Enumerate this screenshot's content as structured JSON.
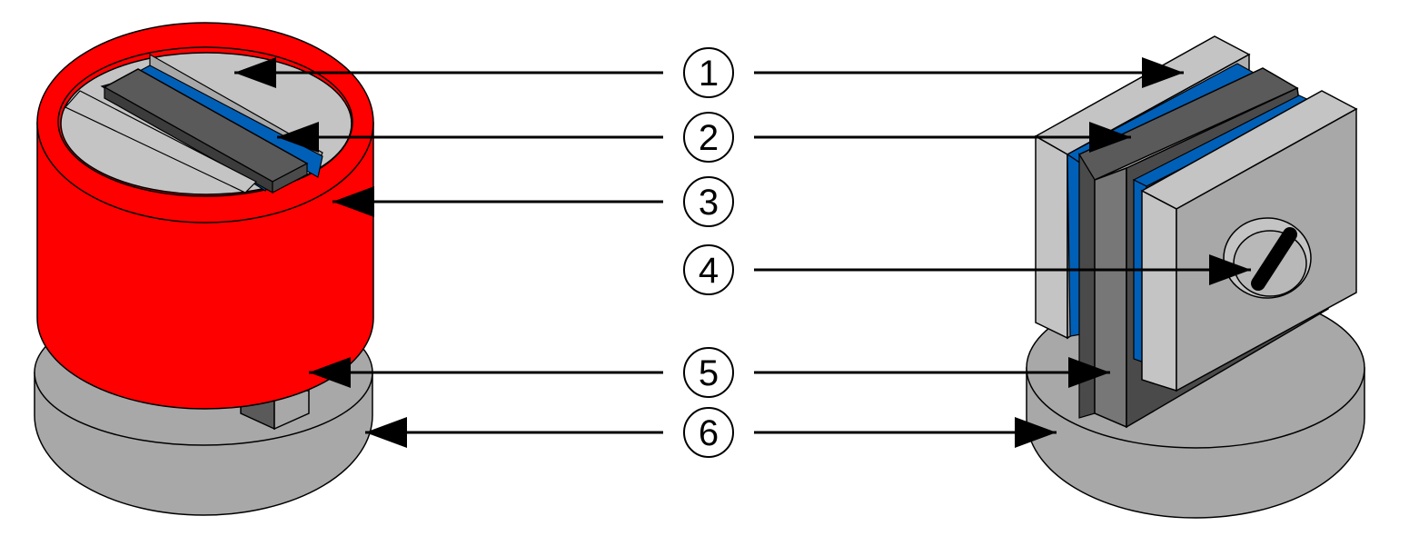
{
  "colors": {
    "holder_red": "#ff0000",
    "blade_blue": "#0060b8",
    "insert_dark": "#5a5a5a",
    "part_light_gray": "#c4c4c4",
    "part_mid_gray": "#a8a8a8",
    "outline": "#000000",
    "background": "#ffffff"
  },
  "callouts": [
    {
      "label": "1"
    },
    {
      "label": "2"
    },
    {
      "label": "3"
    },
    {
      "label": "4"
    },
    {
      "label": "5"
    },
    {
      "label": "6"
    }
  ]
}
